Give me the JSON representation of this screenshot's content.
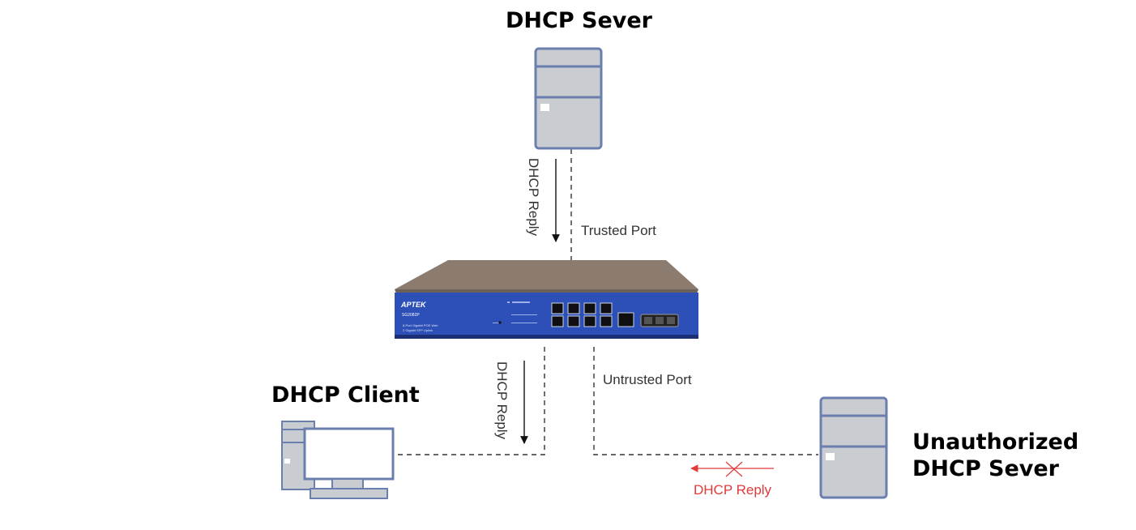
{
  "labels": {
    "dhcp_server": "DHCP Sever",
    "trusted_port": "Trusted Port",
    "dhcp_reply_top": "DHCP Reply",
    "dhcp_client": "DHCP Client",
    "dhcp_reply_mid": "DHCP Reply",
    "untrusted_port": "Untrusted Port",
    "unauth_line1": "Unauthorized",
    "unauth_line2": "DHCP Sever",
    "dhcp_reply_blocked": "DHCP Reply"
  },
  "switch": {
    "brand": "APTEK",
    "model": "SG2082P",
    "desc_line1": "8-Port Gigabit POE Web",
    "desc_line2": "2 Gigabit SFP Uplink"
  },
  "colors": {
    "server_fill": "#c9ccd1",
    "server_stroke": "#6b7fae",
    "switch_front": "#2d4fb8",
    "switch_top": "#8c7c70",
    "blocked": "#e03a3a"
  }
}
